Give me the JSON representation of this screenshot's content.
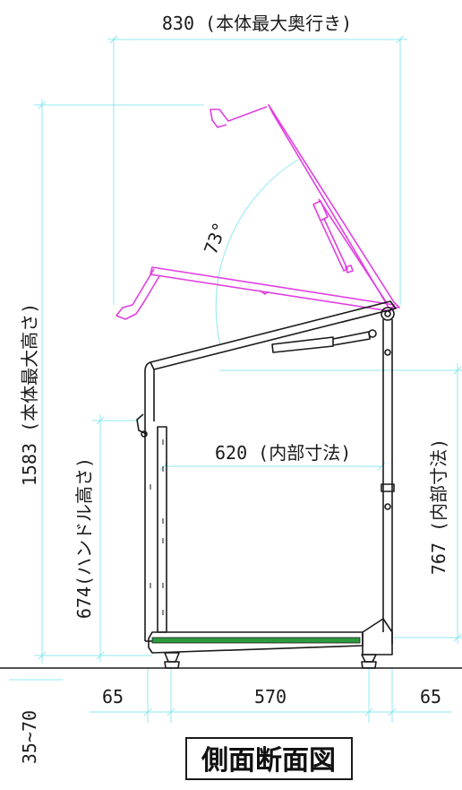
{
  "labels": {
    "depth_total": "830 (本体最大奥行き)",
    "height_total": "1583 (本体最大高さ)",
    "handle_height": "674(ハンドル高さ)",
    "inner_height": "767 (内部寸法)",
    "inner_width": "620 (内部寸法)",
    "angle": "73°",
    "foot_left": "65",
    "base_width": "570",
    "foot_right": "65",
    "leg_adjust": "35~70",
    "caption": "側面断面図"
  },
  "colors": {
    "frame": "#1a1a1a",
    "open_lid": "#e040e0",
    "dimension": "#8fe8ef",
    "floor": "#2e9a3e"
  }
}
